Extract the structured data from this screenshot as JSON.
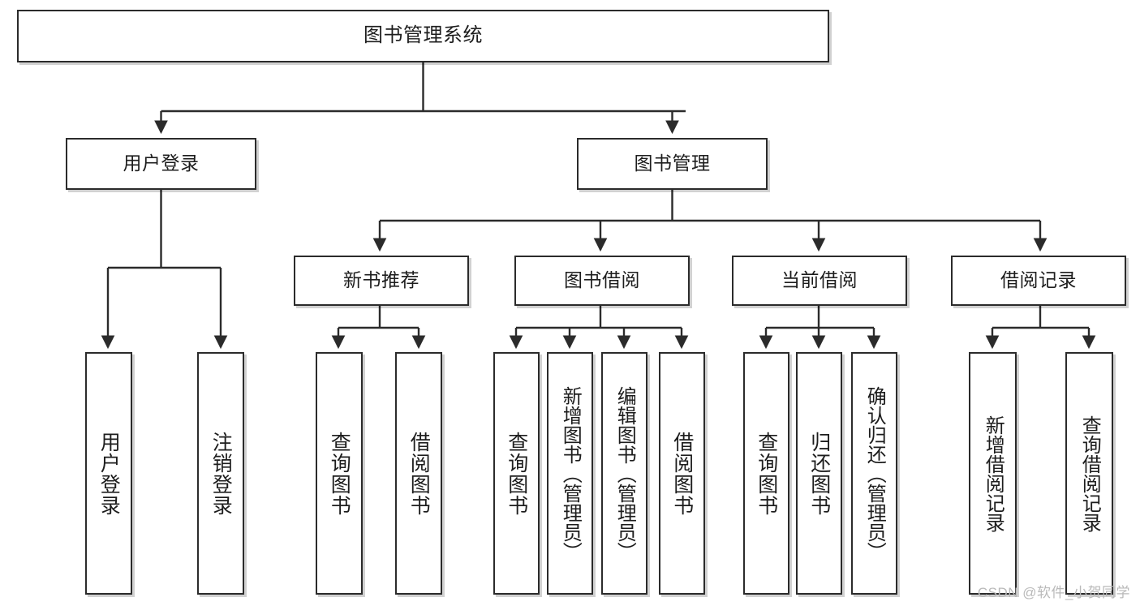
{
  "diagram": {
    "title": "图书管理系统",
    "type": "tree",
    "watermark": "CSDN @软件_小贺同学",
    "colors": {
      "box_border": "#2b2b2b",
      "box_fill": "#ffffff",
      "edge": "#2b2b2b",
      "text": "#1d1d1d",
      "watermark": "#b9b9b9",
      "background": "#ffffff"
    },
    "nodes": {
      "root": {
        "label": "图书管理系统",
        "level": 1
      },
      "user_login": {
        "label": "用户登录",
        "level": 2
      },
      "book_manage": {
        "label": "图书管理",
        "level": 2
      },
      "new_book_rec": {
        "label": "新书推荐",
        "level": 3
      },
      "book_borrow": {
        "label": "图书借阅",
        "level": 3
      },
      "current_borrow": {
        "label": "当前借阅",
        "level": 3
      },
      "borrow_record": {
        "label": "借阅记录",
        "level": 3
      },
      "leaf_user_login": {
        "label": "用户登录",
        "level": 4
      },
      "leaf_logout": {
        "label": "注销登录",
        "level": 4
      },
      "leaf_query_book_1": {
        "label": "查询图书",
        "level": 4
      },
      "leaf_borrow_book_1": {
        "label": "借阅图书",
        "level": 4
      },
      "leaf_query_book_2": {
        "label": "查询图书",
        "level": 4
      },
      "leaf_add_book": {
        "label": "新增图书（管理员）",
        "level": 4
      },
      "leaf_edit_book": {
        "label": "编辑图书（管理员）",
        "level": 4
      },
      "leaf_borrow_book_2": {
        "label": "借阅图书",
        "level": 4
      },
      "leaf_query_book_3": {
        "label": "查询图书",
        "level": 4
      },
      "leaf_return_book": {
        "label": "归还图书",
        "level": 4
      },
      "leaf_confirm_return": {
        "label": "确认归还（管理员）",
        "level": 4
      },
      "leaf_add_record": {
        "label": "新增借阅记录",
        "level": 4
      },
      "leaf_query_record": {
        "label": "查询借阅记录",
        "level": 4
      }
    },
    "edges": [
      {
        "from": "root",
        "to": "user_login"
      },
      {
        "from": "root",
        "to": "book_manage"
      },
      {
        "from": "user_login",
        "to": "leaf_user_login"
      },
      {
        "from": "user_login",
        "to": "leaf_logout"
      },
      {
        "from": "book_manage",
        "to": "new_book_rec"
      },
      {
        "from": "book_manage",
        "to": "book_borrow"
      },
      {
        "from": "book_manage",
        "to": "current_borrow"
      },
      {
        "from": "book_manage",
        "to": "borrow_record"
      },
      {
        "from": "new_book_rec",
        "to": "leaf_query_book_1"
      },
      {
        "from": "new_book_rec",
        "to": "leaf_borrow_book_1"
      },
      {
        "from": "book_borrow",
        "to": "leaf_query_book_2"
      },
      {
        "from": "book_borrow",
        "to": "leaf_add_book"
      },
      {
        "from": "book_borrow",
        "to": "leaf_edit_book"
      },
      {
        "from": "book_borrow",
        "to": "leaf_borrow_book_2"
      },
      {
        "from": "current_borrow",
        "to": "leaf_query_book_3"
      },
      {
        "from": "current_borrow",
        "to": "leaf_return_book"
      },
      {
        "from": "current_borrow",
        "to": "leaf_confirm_return"
      },
      {
        "from": "borrow_record",
        "to": "leaf_add_record"
      },
      {
        "from": "borrow_record",
        "to": "leaf_query_record"
      }
    ]
  }
}
